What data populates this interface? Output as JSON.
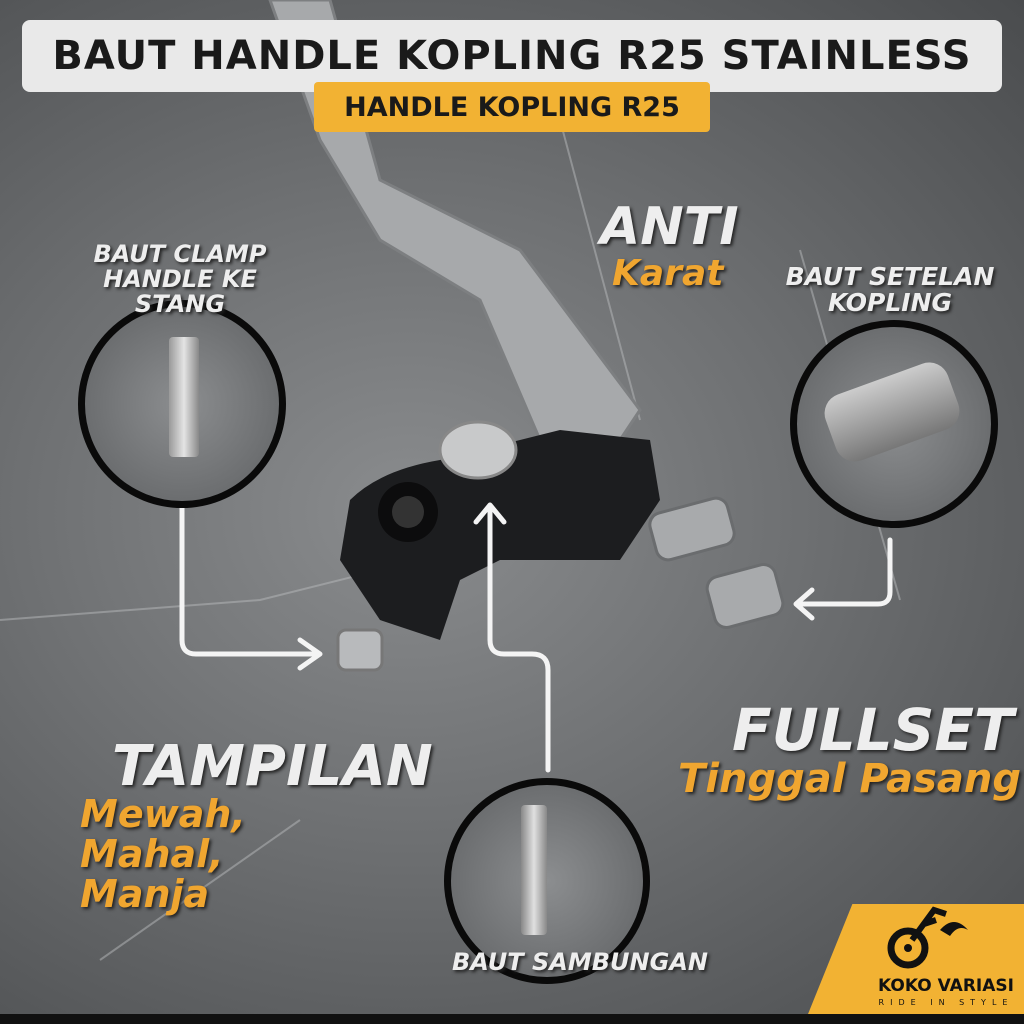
{
  "header": {
    "title": "BAUT HANDLE KOPLING R25 STAINLESS",
    "subtitle": "HANDLE KOPLING R25"
  },
  "labels": {
    "clamp": "BAUT CLAMP\nHANDLE KE STANG",
    "anti": "ANTI",
    "anti_sub": "Karat",
    "setelan": "BAUT SETELAN\nKOPLING",
    "tampilan": "TAMPILAN",
    "tampilan_sub": "Mewah, Mahal,\nManja",
    "fullset": "FULLSET",
    "fullset_sub": "Tinggal Pasang",
    "sambungan": "BAUT SAMBUNGAN"
  },
  "brand": {
    "name": "KOKO VARIASI",
    "tagline": "RIDE IN STYLE",
    "logo_icon": "motorcycle-icon"
  },
  "colors": {
    "accent": "#f2b233",
    "orange_text": "#f0a630"
  }
}
